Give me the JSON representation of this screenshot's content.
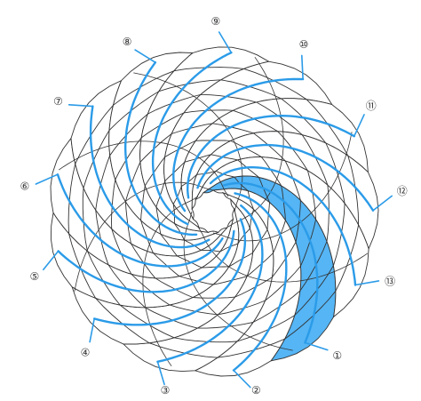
{
  "figure": {
    "labels": [
      "①",
      "②",
      "③",
      "④",
      "⑤",
      "⑥",
      "⑦",
      "⑧",
      "⑨",
      "⑩",
      "⑪",
      "⑫",
      "⑬"
    ],
    "highlighted_spiral": "①",
    "colors": {
      "spiral_line": "#2b9be8",
      "highlight_fill": "#55b5f5",
      "outline": "#333333",
      "background": "#ffffff"
    }
  }
}
